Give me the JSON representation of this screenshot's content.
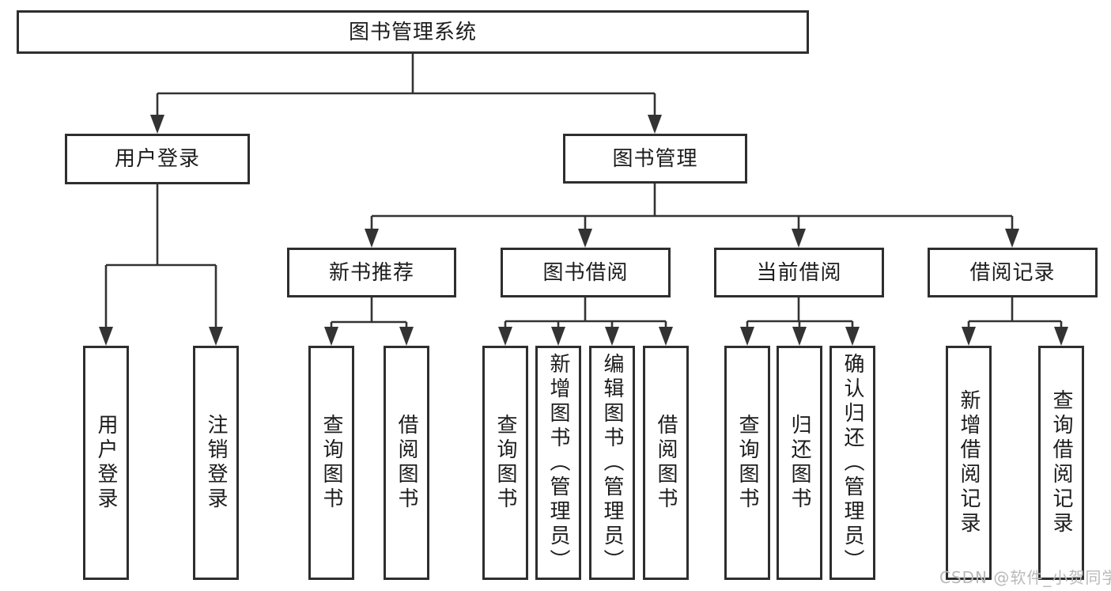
{
  "diagram": {
    "type": "hierarchy-tree",
    "orientation": "top-down",
    "tree": {
      "root": {
        "label": "图书管理系统"
      },
      "branches": [
        {
          "label": "用户登录",
          "children": [
            {
              "label": "用户登录"
            },
            {
              "label": "注销登录"
            }
          ]
        },
        {
          "label": "图书管理",
          "children": [
            {
              "label": "新书推荐",
              "children": [
                {
                  "label": "查询图书"
                },
                {
                  "label": "借阅图书"
                }
              ]
            },
            {
              "label": "图书借阅",
              "children": [
                {
                  "label": "查询图书"
                },
                {
                  "label": "新增图书（管理员）"
                },
                {
                  "label": "编辑图书（管理员）"
                },
                {
                  "label": "借阅图书"
                }
              ]
            },
            {
              "label": "当前借阅",
              "children": [
                {
                  "label": "查询图书"
                },
                {
                  "label": "归还图书"
                },
                {
                  "label": "确认归还（管理员）"
                }
              ]
            },
            {
              "label": "借阅记录",
              "children": [
                {
                  "label": "新增借阅记录"
                },
                {
                  "label": "查询借阅记录"
                }
              ]
            }
          ]
        }
      ]
    }
  },
  "watermark": {
    "text": "CSDN @软件_小贺同学"
  },
  "colors": {
    "line": "#333333",
    "box_border": "#2e2e2e",
    "text": "#1c1c1c",
    "watermark": "#b9b9b9",
    "background": "#ffffff"
  }
}
